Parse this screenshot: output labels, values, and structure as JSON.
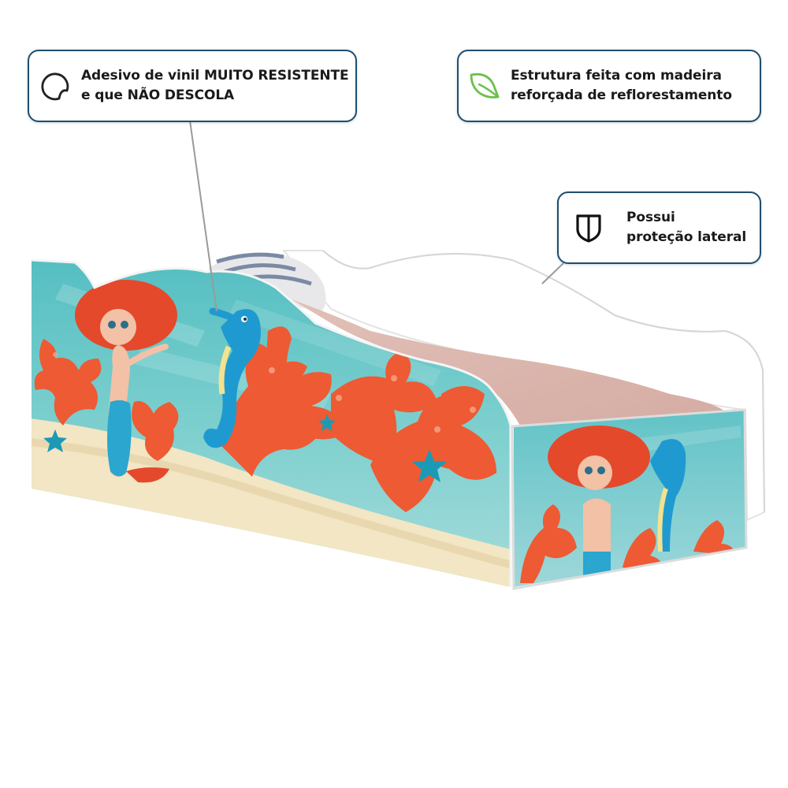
{
  "callouts": [
    {
      "id": "sticker",
      "icon": "sticker-peel-icon",
      "line1": "Adesivo de vinil MUITO RESISTENTE",
      "line2": "e que NÃO DESCOLA"
    },
    {
      "id": "wood",
      "icon": "leaf-icon",
      "line1": "Estrutura feita com madeira",
      "line2": "reforçada de reflorestamento"
    },
    {
      "id": "protect",
      "icon": "shield-icon",
      "line1": "Possui",
      "line2": "proteção lateral"
    }
  ],
  "product": {
    "subject": "children-bed",
    "theme": "mermaid-underwater",
    "elements": [
      "mermaid",
      "seahorse",
      "coral",
      "starfish",
      "pillow",
      "mattress"
    ]
  },
  "colors": {
    "callout_border": "#1f4e6e",
    "callout_text": "#1a1a1a",
    "leaf_icon": "#6cc04a",
    "connector": "#9a9a9a",
    "bed_frame": "#ffffff",
    "mattress": "#dcb6ae",
    "water": "#6cc7c9",
    "coral": "#ee5a33",
    "mermaid_hair": "#e4492b",
    "seahorse": "#1f9ad1",
    "sand": "#f2e6c4"
  }
}
